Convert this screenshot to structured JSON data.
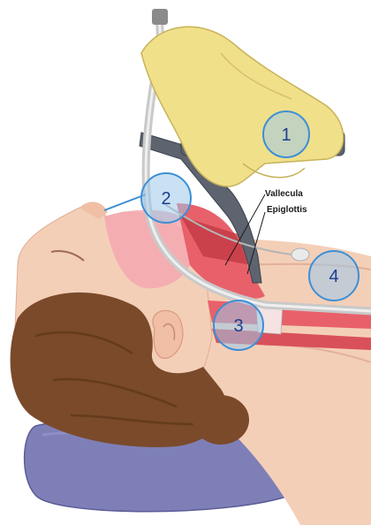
{
  "labels": {
    "vallecula": "Vallecula",
    "epiglottis": "Epiglottis"
  },
  "markers": [
    {
      "number": "1"
    },
    {
      "number": "2"
    },
    {
      "number": "3"
    },
    {
      "number": "4"
    }
  ],
  "colors": {
    "marker_fill": "#9cc9ea",
    "marker_stroke": "#3d8fd6",
    "skin": "#f4cfb8",
    "hair": "#7a4a2a",
    "pillow": "#7f7fb8",
    "glove": "#f1e08a",
    "laryngoscope": "#5d6470",
    "tube": "#c9c9c9",
    "tissue": "#e8606a"
  },
  "icons": {
    "glove": "gloved-hand-icon",
    "laryngoscope": "laryngoscope-icon",
    "tube": "endotracheal-tube-icon"
  }
}
